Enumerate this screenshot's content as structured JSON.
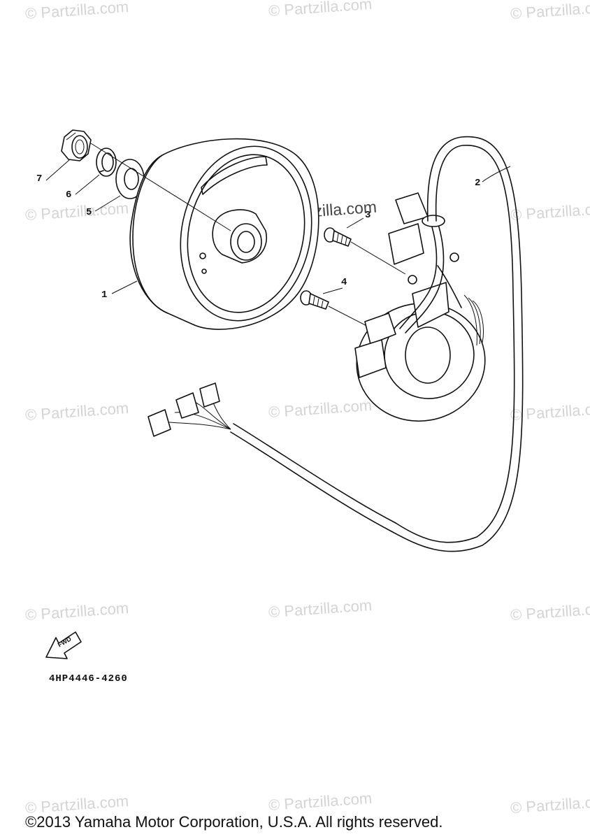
{
  "watermark": "© Partzilla.com",
  "callouts": [
    "1",
    "2",
    "3",
    "4",
    "5",
    "6",
    "7"
  ],
  "parts": [
    {
      "ref": "1",
      "name": "flywheel-rotor"
    },
    {
      "ref": "2",
      "name": "stator-assembly"
    },
    {
      "ref": "3",
      "name": "screw"
    },
    {
      "ref": "4",
      "name": "screw"
    },
    {
      "ref": "5",
      "name": "washer"
    },
    {
      "ref": "6",
      "name": "lock-washer"
    },
    {
      "ref": "7",
      "name": "nut"
    }
  ],
  "fwd_label": "FWD",
  "part_code": "4HP4446-4260",
  "copyright": "©2013 Yamaha Motor Corporation, U.S.A. All rights reserved."
}
